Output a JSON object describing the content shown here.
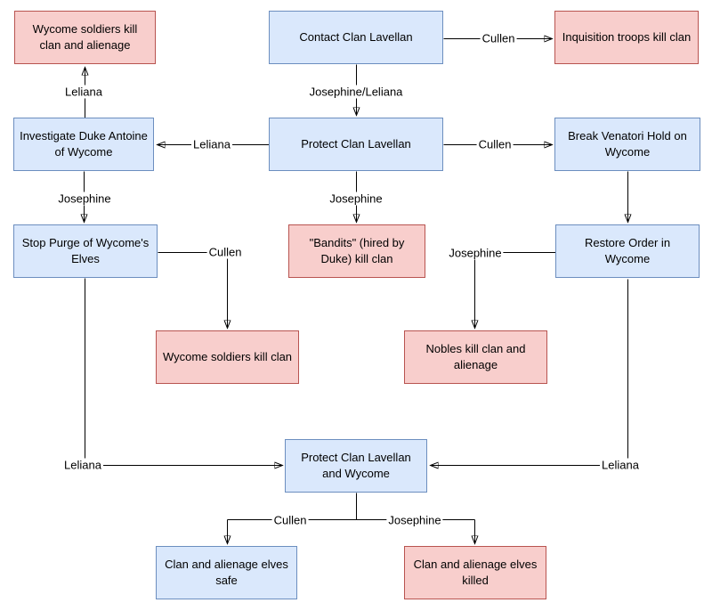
{
  "colors": {
    "safe_fill": "#dae8fc",
    "safe_border": "#6c8ebf",
    "bad_fill": "#f8cecc",
    "bad_border": "#b85450",
    "line": "#000000"
  },
  "nodes": [
    {
      "label": "Wycome soldiers kill clan and alienage",
      "status": "bad"
    },
    {
      "label": "Contact Clan Lavellan",
      "status": "safe"
    },
    {
      "label": "Inquisition troops kill clan",
      "status": "bad"
    },
    {
      "label": "Investigate Duke Antoine of Wycome",
      "status": "safe"
    },
    {
      "label": "Protect Clan Lavellan",
      "status": "safe"
    },
    {
      "label": "Break Venatori Hold on Wycome",
      "status": "safe"
    },
    {
      "label": "Stop Purge of Wycome's Elves",
      "status": "safe"
    },
    {
      "label": "\"Bandits\" (hired by Duke) kill clan",
      "status": "bad"
    },
    {
      "label": "Restore Order in Wycome",
      "status": "safe"
    },
    {
      "label": "Wycome soldiers kill clan",
      "status": "bad"
    },
    {
      "label": "Nobles kill clan and alienage",
      "status": "bad"
    },
    {
      "label": "Protect Clan Lavellan and Wycome",
      "status": "safe"
    },
    {
      "label": "Clan and alienage elves safe",
      "status": "safe"
    },
    {
      "label": "Clan and alienage elves killed",
      "status": "bad"
    }
  ],
  "edges": [
    {
      "from": "Contact Clan Lavellan",
      "to": "Inquisition troops kill clan",
      "label": "Cullen"
    },
    {
      "from": "Contact Clan Lavellan",
      "to": "Protect Clan Lavellan",
      "label": "Josephine/Leliana"
    },
    {
      "from": "Protect Clan Lavellan",
      "to": "Investigate Duke Antoine of Wycome",
      "label": "Leliana"
    },
    {
      "from": "Protect Clan Lavellan",
      "to": "Break Venatori Hold on Wycome",
      "label": "Cullen"
    },
    {
      "from": "Investigate Duke Antoine of Wycome",
      "to": "Wycome soldiers kill clan and alienage",
      "label": "Leliana"
    },
    {
      "from": "Investigate Duke Antoine of Wycome",
      "to": "Stop Purge of Wycome's Elves",
      "label": "Josephine"
    },
    {
      "from": "Protect Clan Lavellan",
      "to": "\"Bandits\" (hired by Duke) kill clan",
      "label": "Josephine"
    },
    {
      "from": "Break Venatori Hold on Wycome",
      "to": "Restore Order in Wycome",
      "label": ""
    },
    {
      "from": "Stop Purge of Wycome's Elves",
      "to": "Wycome soldiers kill clan",
      "label": "Cullen"
    },
    {
      "from": "Restore Order in Wycome",
      "to": "Nobles kill clan and alienage",
      "label": "Josephine"
    },
    {
      "from": "Stop Purge of Wycome's Elves",
      "to": "Protect Clan Lavellan and Wycome",
      "label": "Leliana"
    },
    {
      "from": "Restore Order in Wycome",
      "to": "Protect Clan Lavellan and Wycome",
      "label": "Leliana"
    },
    {
      "from": "Protect Clan Lavellan and Wycome",
      "to": "Clan and alienage elves safe",
      "label": "Cullen"
    },
    {
      "from": "Protect Clan Lavellan and Wycome",
      "to": "Clan and alienage elves killed",
      "label": "Josephine"
    }
  ]
}
